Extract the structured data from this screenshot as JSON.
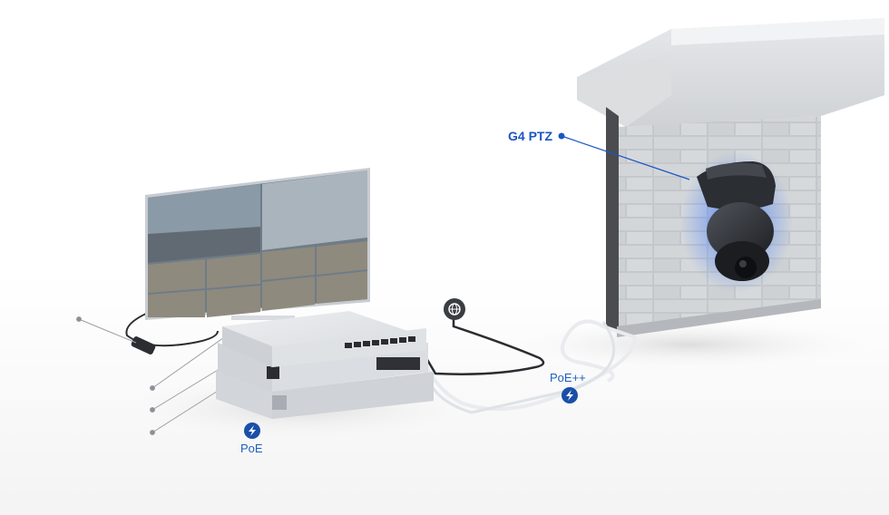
{
  "labels": {
    "camera": "G4 PTZ",
    "poe": "PoE",
    "poe_plus_plus": "PoE++"
  },
  "icons": {
    "internet": "globe-icon",
    "power": "lightning-bolt-icon"
  },
  "colors": {
    "accent": "#1f5fbf",
    "camera_glow": "#3a78ff",
    "camera_body": "#2a2d33",
    "wall": "#c9ccd0",
    "switch": "#d4d7dc"
  }
}
